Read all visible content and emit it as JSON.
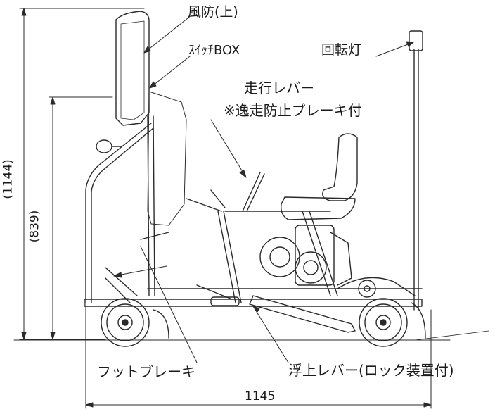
{
  "labels": {
    "windshield": "風防(上)",
    "switch_box": "ｽｲｯﾁBOX",
    "beacon": "回転灯",
    "travel_lever": "走行レバー",
    "runaway_brake": "※逸走防止ブレーキ付",
    "foot_brake": "フットブレーキ",
    "float_lever": "浮上レバー(ロック装置付)"
  },
  "dimensions": {
    "overall_height": "(1144)",
    "seat_height": "(839)",
    "overall_length": "1145"
  },
  "colors": {
    "line": "#2a2a2a",
    "text": "#1a1a1a",
    "background": "#ffffff"
  }
}
